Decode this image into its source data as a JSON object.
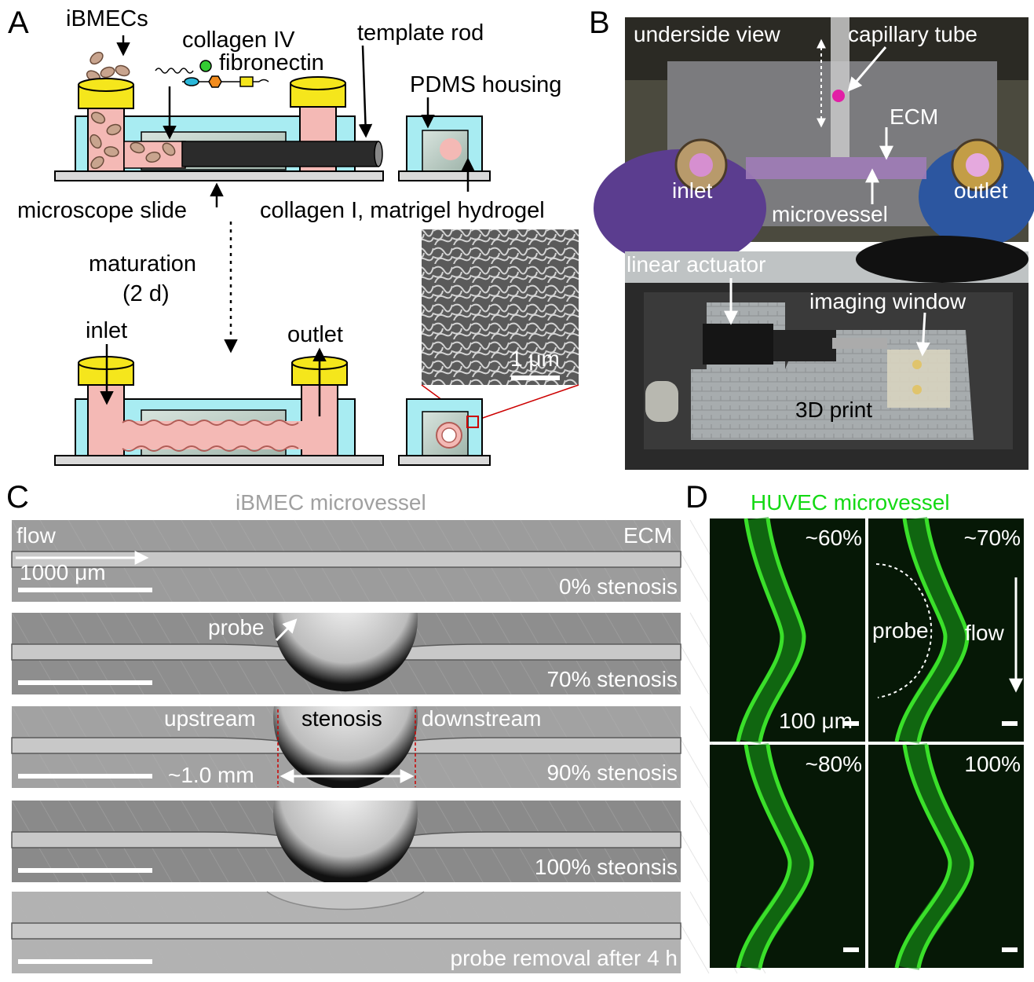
{
  "panels": {
    "a": {
      "letter": "A",
      "cells_label": "iBMECs",
      "collagen_iv_label": "collagen IV",
      "fibronectin_label": "fibronectin",
      "template_rod_label": "template rod",
      "pdms_label": "PDMS housing",
      "slide_label": "microscope slide",
      "hydrogel_label": "collagen I, matrigel hydrogel",
      "maturation_label": "maturation",
      "maturation_time": "(2 d)",
      "inlet_label": "inlet",
      "outlet_label": "outlet",
      "sem_scale_label": "1 μm"
    },
    "b": {
      "letter": "B",
      "underside_label": "underside view",
      "capillary_label": "capillary tube",
      "ecm_label": "ECM",
      "inlet_label": "inlet",
      "outlet_label": "outlet",
      "microvessel_label": "microvessel",
      "actuator_label": "linear actuator",
      "imaging_window_label": "imaging window",
      "print_label": "3D print"
    },
    "c": {
      "letter": "C",
      "title": "iBMEC microvessel",
      "flow_label": "flow",
      "ecm_label": "ECM",
      "scale_label": "1000 μm",
      "probe_label": "probe",
      "upstream_label": "upstream",
      "stenosis_label": "stenosis",
      "downstream_label": "downstream",
      "length_label": "~1.0 mm",
      "rows": [
        {
          "label": "0% stenosis",
          "stenosis_fraction": 0.0
        },
        {
          "label": "70% stenosis",
          "stenosis_fraction": 0.7
        },
        {
          "label": "90% stenosis",
          "stenosis_fraction": 0.9
        },
        {
          "label": "100% steonsis",
          "stenosis_fraction": 1.0
        },
        {
          "label": "probe removal after 4 h",
          "stenosis_fraction": 0.0
        }
      ]
    },
    "d": {
      "letter": "D",
      "title": "HUVEC microvessel",
      "probe_label": "probe",
      "flow_label": "flow",
      "scale_label": "100 μm",
      "tiles": [
        {
          "label": "~60%"
        },
        {
          "label": "~70%"
        },
        {
          "label": "~80%"
        },
        {
          "label": "100%"
        }
      ]
    }
  },
  "colors": {
    "hydrogel_cyan": "#a8ecf2",
    "vessel_pink": "#f4b9b5",
    "cap_yellow": "#f5e61c",
    "fluor_green": "#2ecc1a",
    "title_gray": "#a0a0a0"
  }
}
